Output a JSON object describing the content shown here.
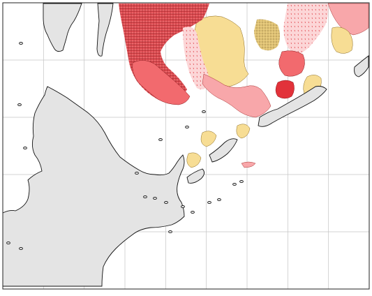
{
  "map": {
    "colors": {
      "land": "#e4e4e4",
      "coastline": "#111111",
      "grid": "#c4c4c4",
      "frame": "#222222",
      "unit_dark_red": "#e2323a",
      "unit_red": "#f26a6e",
      "unit_pink": "#f8a7aa",
      "unit_light_pink": "#fcd6d7",
      "unit_yellow": "#f7dd94"
    },
    "grid": {
      "columns": 9,
      "rows": 5
    },
    "features": [
      "island-peninsula",
      "main-island",
      "island-chain",
      "geology-units",
      "map-frame"
    ]
  }
}
